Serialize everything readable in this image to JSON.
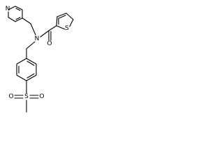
{
  "molecule": {
    "atoms": {
      "pyridine_n": "N",
      "amide_n": "N",
      "thiophene_s": "S",
      "carbonyl_o": "O",
      "sulfonyl_o_left": "O",
      "sulfonyl_s": "S",
      "sulfonyl_o_right": "O"
    }
  },
  "colors": {
    "ink": "#000000",
    "background": "#ffffff"
  }
}
